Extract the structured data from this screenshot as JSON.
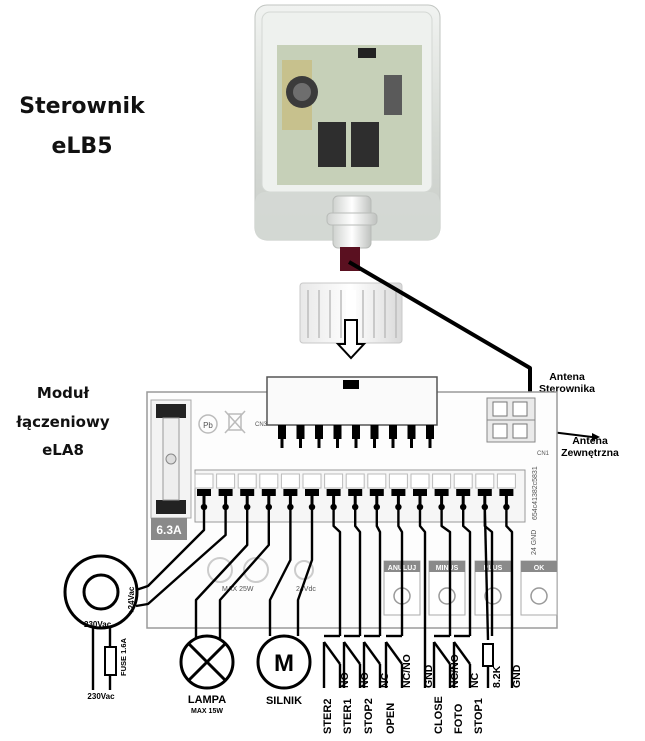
{
  "title_controller": [
    "Sterownik",
    "eLB5"
  ],
  "title_module": [
    "Moduł",
    "łączeniowy",
    "eLA8"
  ],
  "antenna": {
    "controller": [
      "Antena",
      "Sterownika"
    ],
    "external": [
      "Antena",
      "Zewnętrzna"
    ]
  },
  "board": {
    "fuse_rating": "6.3A",
    "buttons": [
      "ANULUJ",
      "MINUS",
      "PLUS",
      "OK"
    ],
    "vdc_label": "24Vdc",
    "max_label": "MAX 25W",
    "cn1_label": "CN1",
    "cn3_label": "CN3",
    "serial": "654c41382c5831",
    "gnd_side": "24 GND"
  },
  "transformer": {
    "secondary": "+24Vac",
    "primary": "230Vac",
    "fuse": "FUSE 1.6A",
    "supply": "230Vac"
  },
  "lamp": {
    "label": "LAMPA",
    "sub": "MAX 15W"
  },
  "motor": {
    "symbol": "M",
    "label": "SILNIK"
  },
  "resistor_value": "8.2K",
  "input_labels": [
    "STER2",
    "STER1",
    "STOP2",
    "OPEN",
    "CLOSE",
    "FOTO",
    "STOP1"
  ],
  "contact_labels": [
    "NO",
    "NO",
    "NC",
    "NC/NO",
    "GND",
    "NC/NO",
    "NC",
    "8.2K",
    "GND"
  ]
}
